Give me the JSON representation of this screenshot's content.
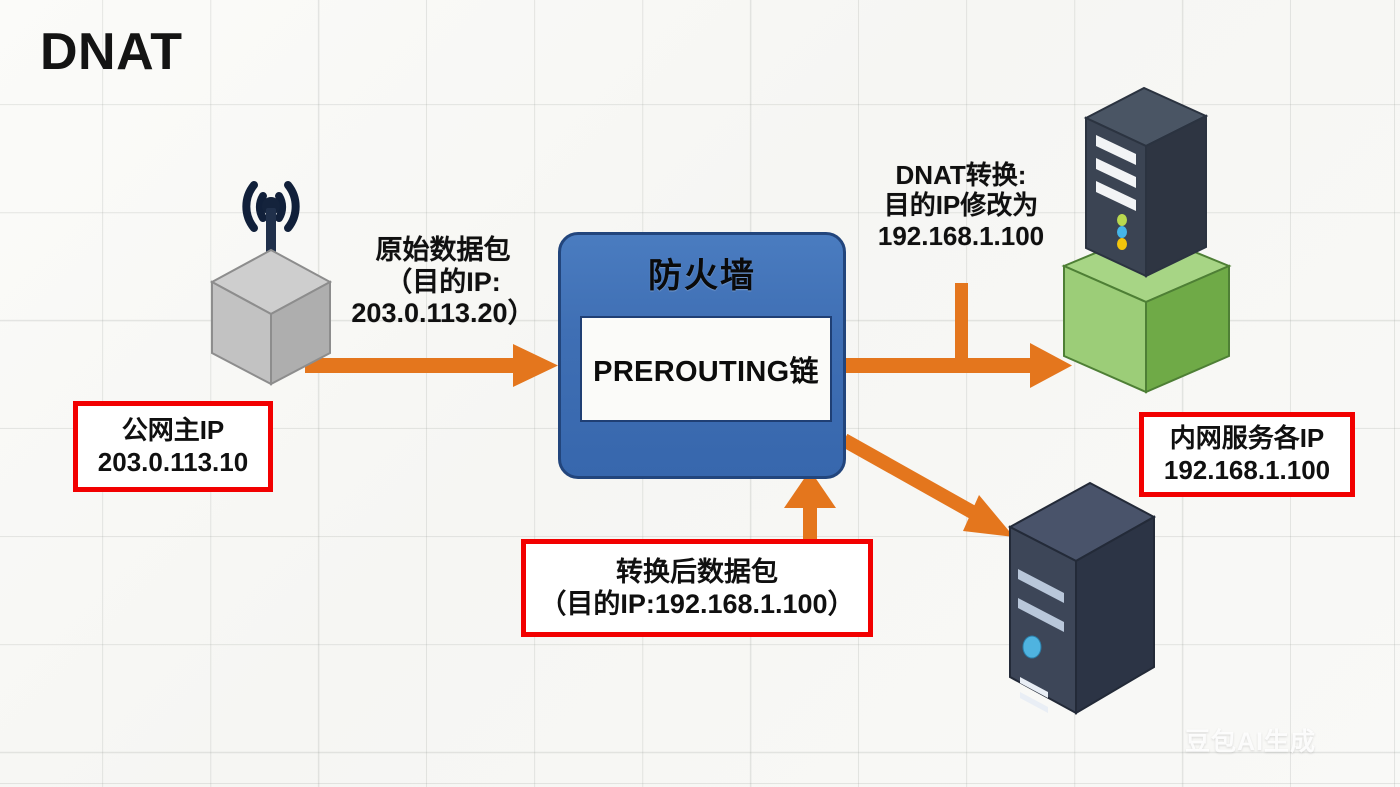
{
  "page": {
    "title": "DNAT",
    "watermark": "豆包AI生成",
    "background_color": "#f8f8f6",
    "accent_arrow_color": "#e4761d",
    "callout_border_color": "#f20000",
    "firewall_color": "#3f6fb4",
    "green_cube_color": "#8cc166"
  },
  "labels": {
    "original_packet": "原始数据包\n（目的IP:\n203.0.113.20）",
    "dnat_conversion": "DNAT转换:\n目的IP修改为\n192.168.1.100"
  },
  "callouts": {
    "public_ip": "公网主IP\n203.0.113.10",
    "lan_service_ip": "内网服务各IP\n192.168.1.100",
    "translated_packet": "转换后数据包\n（目的IP:192.168.1.100）"
  },
  "firewall": {
    "title": "防火墙",
    "chain": "PREROUTING链"
  },
  "nodes": {
    "router": "wireless-router-icon",
    "green_platform_server": "rack-server-icon",
    "internal_pc": "desktop-tower-icon"
  },
  "arrows": [
    {
      "name": "router-to-firewall",
      "from": "router",
      "to": "firewall",
      "direction": "right"
    },
    {
      "name": "firewall-to-green-server",
      "from": "firewall",
      "to": "green-server",
      "direction": "right"
    },
    {
      "name": "dnat-label-drop",
      "from": "dnat-label",
      "to": "firewall-to-green-server",
      "direction": "down"
    },
    {
      "name": "firewall-to-internal-pc",
      "from": "firewall",
      "to": "internal-pc",
      "direction": "down-right"
    },
    {
      "name": "translated-packet-to-firewall",
      "from": "translated-packet-callout",
      "to": "firewall",
      "direction": "up"
    }
  ]
}
